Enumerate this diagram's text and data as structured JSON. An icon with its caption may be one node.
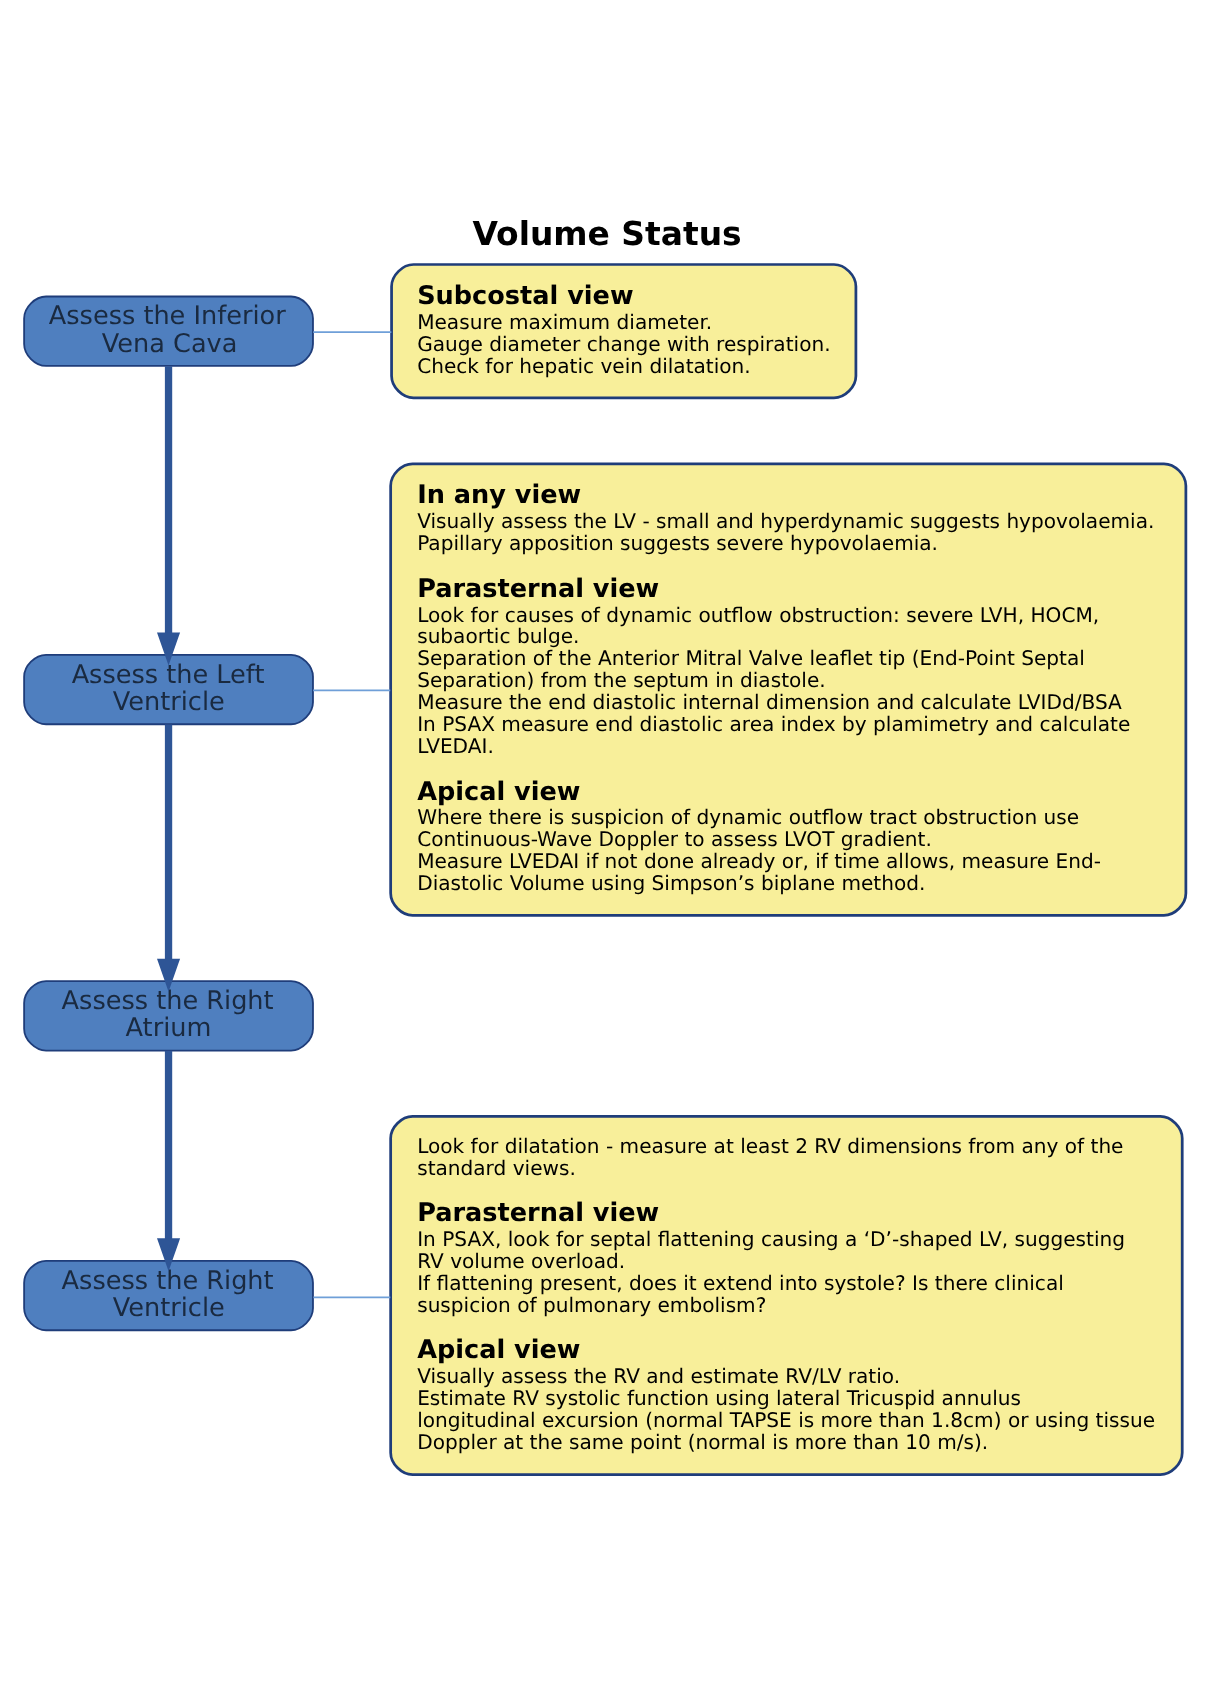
{
  "diagram": {
    "title": "Volume Status",
    "nodes": [
      {
        "text": [
          "Assess the Inferior Vena Cava"
        ]
      },
      {
        "text": [
          "Subcostal view",
          "Measure maximum diameter.",
          "Gauge diameter change with respiration.",
          "Check for hepatic vein dilatation."
        ]
      },
      {
        "text": [
          "Assess the Left Ventricle"
        ]
      },
      {
        "text": [
          "In any view",
          "Visually assess the LV - small and hyperdynamic suggests hypovolaemia.",
          "Papillary apposition suggests severe hypovolaemia.",
          "Parasternal view",
          "Look for causes of dynamic outflow obstruction: severe LVH, HOCM, subaortic bulge.",
          "Separation of the Anterior Mitral Valve leaflet tip (End-Point Septal Separation) from the septum in diastole.",
          "Measure the end diastolic internal dimension and calculate LVIDd/BSA",
          "In PSAX measure end diastolic area index by plamimetry and calculate LVEDAI.",
          "Apical view",
          "Where there is suspicion of dynamic outflow tract obstruction use Continuous-Wave Doppler to assess LVOT gradient.",
          "Measure LVEDAI if not done already or, if time allows, measure End-Diastolic Volume using Simpson’s biplane method."
        ]
      },
      {
        "text": [
          "Assess the Right Atrium"
        ]
      },
      {
        "text": [
          "Assess the Right Ventricle"
        ]
      },
      {
        "text": [
          "Look for dilatation - measure at least 2 RV dimensions from any of the standard views.",
          "Parasternal view",
          "In PSAX, look for septal flattening causing a ‘D’-shaped LV, suggesting RV volume overload.",
          "If flattening present, does it extend into systole? Is there clinical suspicion of pulmonary embolism?",
          "Apical view",
          "Visually assess the RV and estimate RV/LV ratio.",
          "Estimate RV systolic function using lateral Tricuspid annulus longitudinal excursion (normal TAPSE is more than 1.8cm) or using tissue Doppler at the same point (normal is more than 10 m/s)."
        ]
      }
    ],
    "edges": [
      {
        "from": 0,
        "to": 1,
        "arrow": "none",
        "color": "#6f9fd8"
      },
      {
        "from": 0,
        "to": 2,
        "arrow": "to",
        "style": "thick"
      },
      {
        "from": 2,
        "to": 3,
        "arrow": "none",
        "color": "#6f9fd8"
      },
      {
        "from": 2,
        "to": 4,
        "arrow": "to",
        "style": "thick"
      },
      {
        "from": 4,
        "to": 5,
        "arrow": "to",
        "style": "thick"
      },
      {
        "from": 5,
        "to": 6,
        "arrow": "none",
        "color": "#6f9fd8"
      }
    ]
  }
}
